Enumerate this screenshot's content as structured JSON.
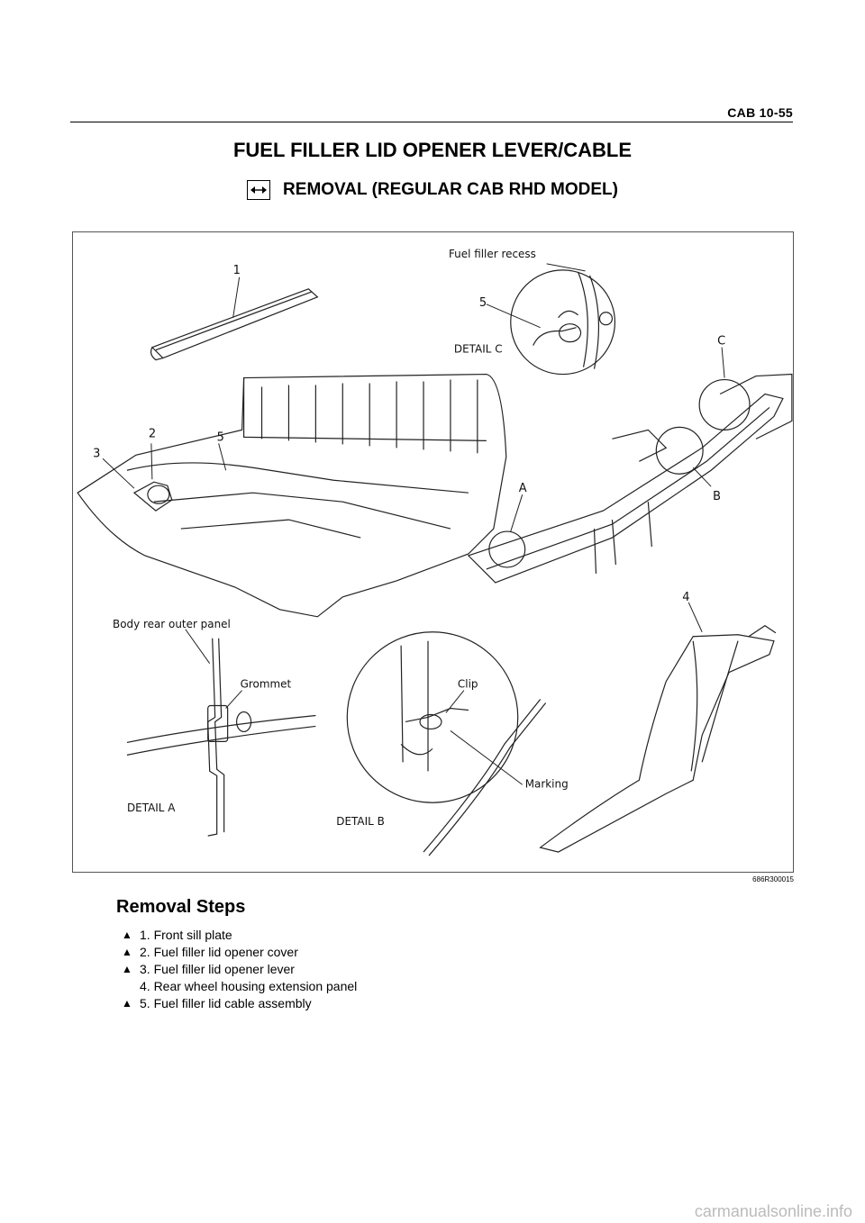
{
  "header": {
    "section": "CAB  10-55"
  },
  "title": "FUEL FILLER LID OPENER LEVER/CABLE",
  "subtitle": "REMOVAL (REGULAR CAB RHD MODEL)",
  "figure": {
    "code": "686R300015",
    "labels": {
      "fuel_filler_recess": "Fuel filler recess",
      "detail_c": "DETAIL C",
      "body_rear_outer_panel": "Body rear outer panel",
      "grommet": "Grommet",
      "detail_a": "DETAIL A",
      "clip": "Clip",
      "marking": "Marking",
      "detail_b": "DETAIL B",
      "c": "C",
      "a": "A",
      "b": "B",
      "n1": "1",
      "n2": "2",
      "n3": "3",
      "n4": "4",
      "n5a": "5",
      "n5b": "5"
    }
  },
  "removal": {
    "title": "Removal Steps",
    "steps": [
      {
        "marker": "▲",
        "text": "1. Front sill plate"
      },
      {
        "marker": "▲",
        "text": "2. Fuel filler lid opener cover"
      },
      {
        "marker": "▲",
        "text": "3. Fuel filler lid opener lever"
      },
      {
        "marker": "",
        "text": "4. Rear wheel housing extension panel"
      },
      {
        "marker": "▲",
        "text": "5. Fuel filler lid cable assembly"
      }
    ]
  },
  "watermark": "carmanualsonline.info"
}
